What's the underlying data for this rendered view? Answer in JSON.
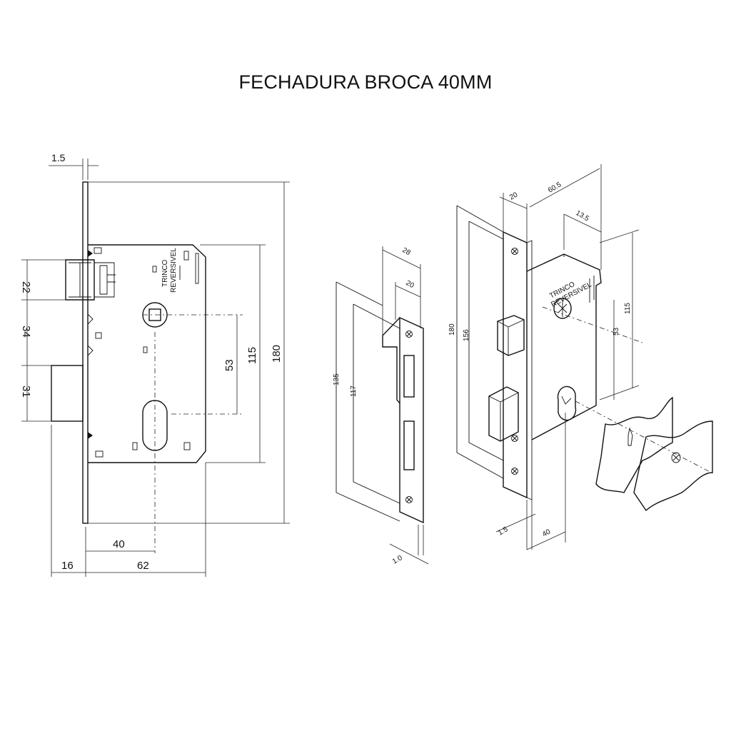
{
  "title": "FECHADURA BROCA 40MM",
  "front_view": {
    "dim_face_thickness": "1.5",
    "dim_latch_height": "22",
    "dim_spacing": "34",
    "dim_bolt": "31",
    "dim_center": "53",
    "dim_body": "115",
    "dim_total": "180",
    "dim_backset": "40",
    "dim_depth": "62",
    "dim_projection": "16",
    "label_line1": "TRINCO",
    "label_line2": "REVERSIVEL"
  },
  "strike_plate": {
    "dim_width": "28",
    "dim_inner": "20",
    "dim_height": "135",
    "dim_hole_spacing": "117",
    "dim_thickness": "1.0"
  },
  "iso_view": {
    "dim_face_width": "20",
    "dim_case_depth": "60.5",
    "dim_offset": "13.5",
    "dim_total": "180",
    "dim_hole_spacing": "156",
    "dim_body": "115",
    "dim_center": "53",
    "dim_face_thickness": "1.5",
    "dim_backset": "40",
    "label_line1": "TRINCO",
    "label_line2": "REVERSIVEL"
  }
}
